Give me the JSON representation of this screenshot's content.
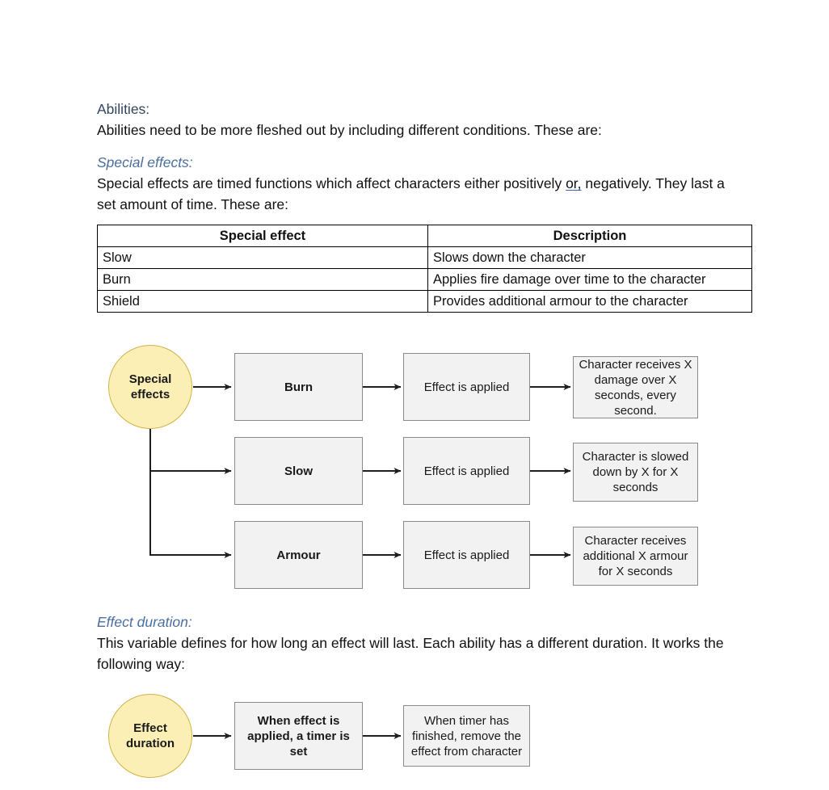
{
  "document": {
    "heading": "Abilities:",
    "intro": "Abilities need to be more fleshed out by including different conditions. These are:",
    "special_effects_subheading": "Special effects:",
    "special_effects_para_part1": "Special effects are timed functions which affect characters either positively ",
    "special_effects_para_underlined": "or,",
    "special_effects_para_part2": " negatively. They last a set amount of time. These are:",
    "effect_duration_subheading": " Effect duration:",
    "effect_duration_para": "This variable defines for how long an effect will last. Each ability has a different duration. It works the following way:"
  },
  "table": {
    "headers": [
      "Special effect",
      "Description"
    ],
    "rows": [
      [
        "Slow",
        "Slows down the character"
      ],
      [
        "Burn",
        "Applies fire damage over time to the character"
      ],
      [
        "Shield",
        "Provides additional armour to the character"
      ]
    ]
  },
  "diagram_special_effects": {
    "root": "Special\neffects",
    "root_line1": "Special",
    "root_line2": "effects",
    "rows": [
      {
        "effect": "Burn",
        "middle": "Effect is applied",
        "outcome": "Character receives X damage over X seconds, every second."
      },
      {
        "effect": "Slow",
        "middle": "Effect is applied",
        "outcome": "Character is slowed down by X for X seconds"
      },
      {
        "effect": "Armour",
        "middle": "Effect is applied",
        "outcome": "Character receives additional X armour for X seconds"
      }
    ]
  },
  "diagram_effect_duration": {
    "root_line1": "Effect",
    "root_line2": "duration",
    "step1": "When effect is applied, a timer is set",
    "step2": "When timer has finished, remove the effect from character"
  },
  "colors": {
    "heading": "#33475c",
    "subheading": "#4b6fa0",
    "node_fill": "#f2f2f2",
    "node_border": "#8a8a8a",
    "circle_fill": "#fbefb6",
    "circle_border": "#d4b247",
    "arrow": "#1f1f1f",
    "underline": "#3a62b5"
  }
}
